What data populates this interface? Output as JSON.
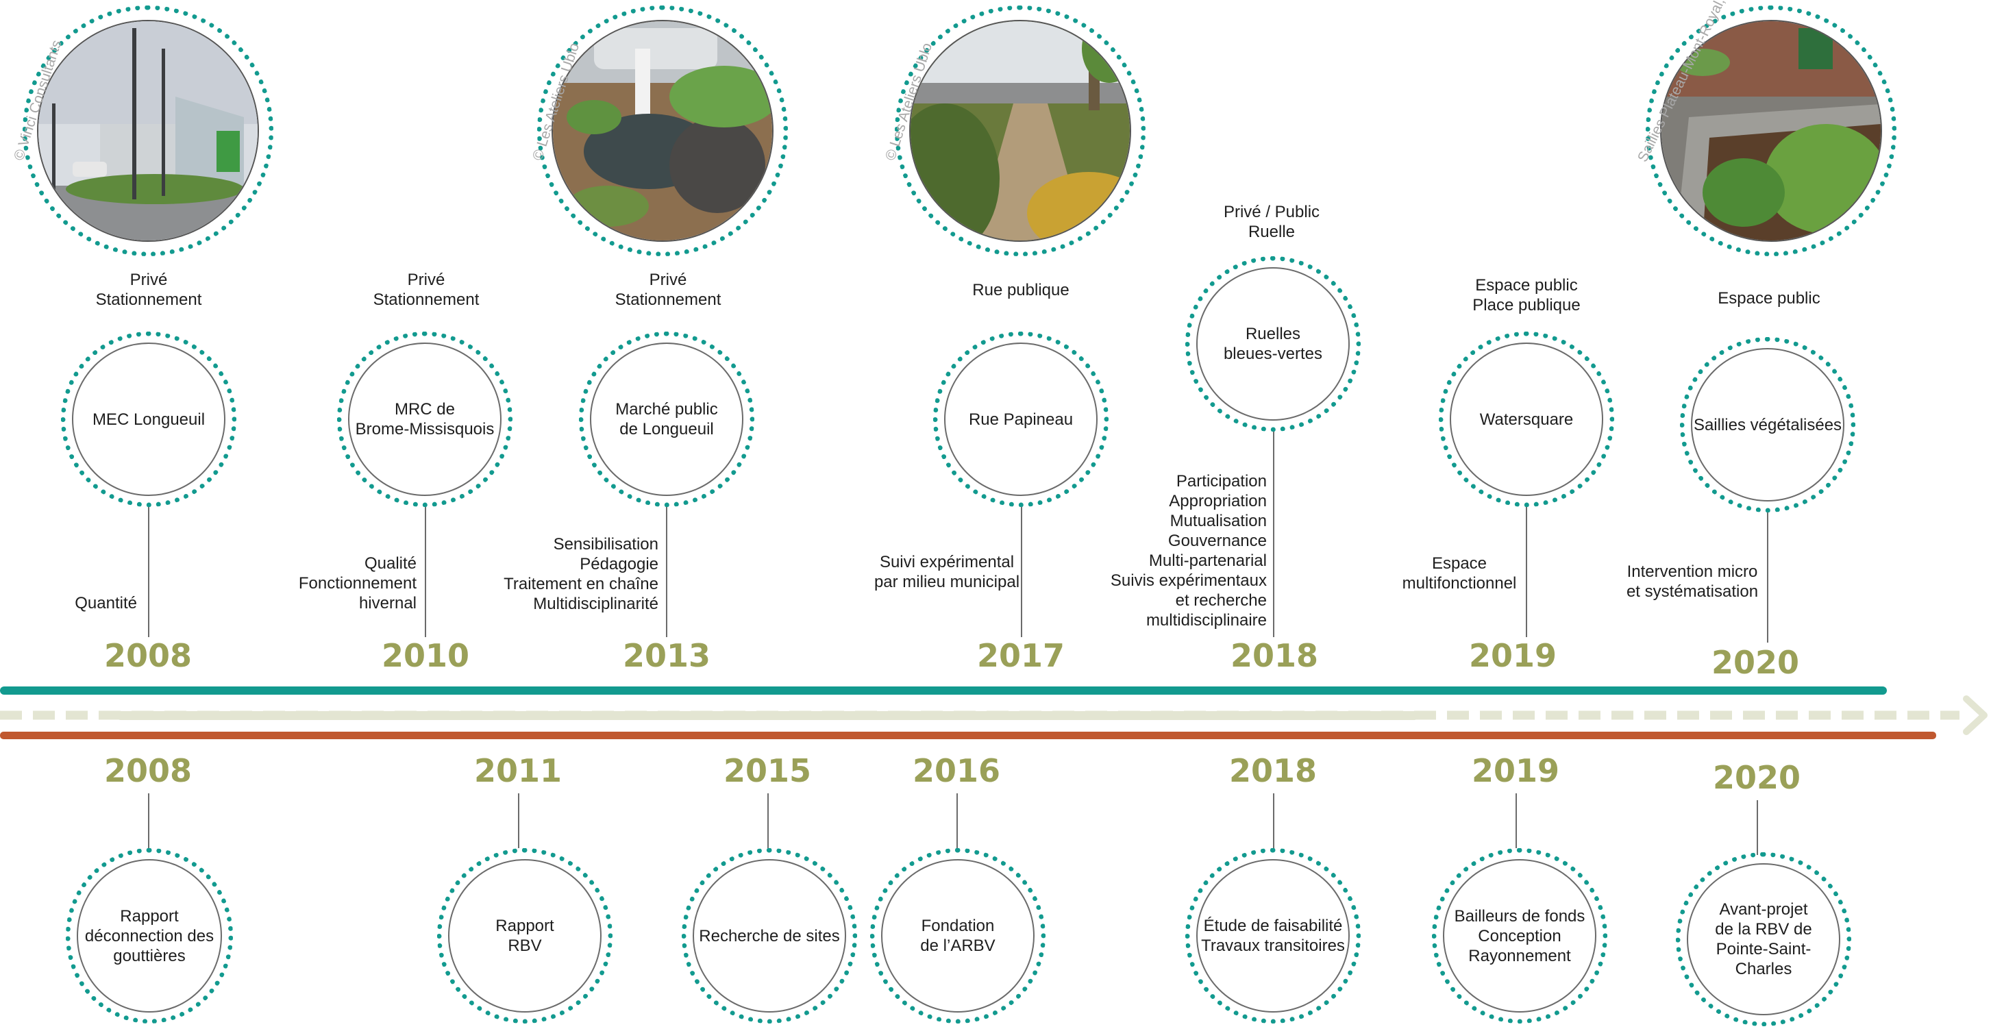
{
  "colors": {
    "teal": "#129a8f",
    "rust": "#c0582f",
    "olive": "#9aa058",
    "dash": "#e3e5d2"
  },
  "photos": [
    {
      "credit": "© Vinci Consultants",
      "scene": "parking-lot"
    },
    {
      "credit": "© Les Ateliers Ublo",
      "scene": "rain-garden"
    },
    {
      "credit": "© Les Ateliers Ublo",
      "scene": "bioswale"
    },
    {
      "credit": "Saillies Plateau-Mont-Royal, Montréal © ArchesTCMedia",
      "scene": "curb-extension"
    }
  ],
  "top": [
    {
      "year": "2008",
      "category": "Privé\nStationnement",
      "name": "MEC Longueuil",
      "note": "Quantité"
    },
    {
      "year": "2010",
      "category": "Privé\nStationnement",
      "name": "MRC de\nBrome-Missisquois",
      "note": "Qualité\nFonctionnement\nhivernal"
    },
    {
      "year": "2013",
      "category": "Privé\nStationnement",
      "name": "Marché public\nde Longueuil",
      "note": "Sensibilisation\nPédagogie\nTraitement en chaîne\nMultidisciplinarité"
    },
    {
      "year": "2017",
      "category": "Rue publique",
      "name": "Rue Papineau",
      "note": "Suivi  expérimental\npar milieu municipal"
    },
    {
      "year": "2018",
      "category": "Privé / Public\nRuelle",
      "name": "Ruelles\nbleues-vertes",
      "note": "Participation\nAppropriation\nMutualisation\nGouvernance\nMulti-partenarial\nSuivis  expérimentaux\net recherche\nmultidisciplinaire"
    },
    {
      "year": "2019",
      "category": "Espace public\nPlace publique",
      "name": "Watersquare",
      "note": "Espace\nmultifonctionnel"
    },
    {
      "year": "2020",
      "category": "Espace public",
      "name": "Saillies végétalisées",
      "note": "Intervention micro\net systématisation"
    }
  ],
  "bottom": [
    {
      "year": "2008",
      "name": "Rapport\ndéconnection des\ngouttières"
    },
    {
      "year": "2011",
      "name": "Rapport\nRBV"
    },
    {
      "year": "2015",
      "name": "Recherche de sites"
    },
    {
      "year": "2016",
      "name": "Fondation\nde l’ARBV"
    },
    {
      "year": "2018",
      "name": "Étude de faisabilité\nTravaux transitoires"
    },
    {
      "year": "2019",
      "name": "Bailleurs de fonds\nConception\nRayonnement"
    },
    {
      "year": "2020",
      "name": "Avant-projet\nde la RBV de\nPointe-Saint-Charles"
    }
  ]
}
